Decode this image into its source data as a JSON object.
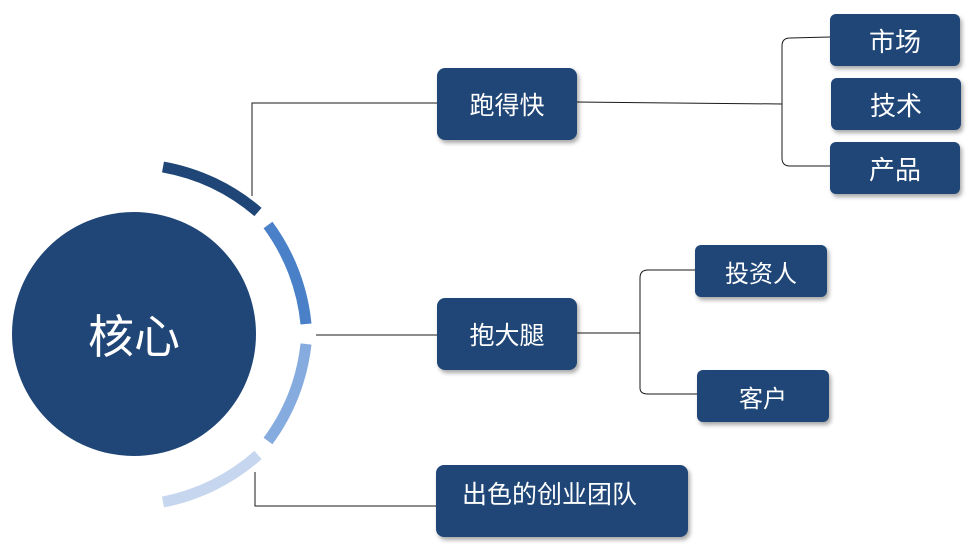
{
  "diagram": {
    "core": {
      "label": "核心"
    },
    "branches": [
      {
        "label": "跑得快",
        "children": [
          "市场",
          "技术",
          "产品"
        ]
      },
      {
        "label": "抱大腿",
        "children": [
          "投资人",
          "客户"
        ]
      },
      {
        "label": "出色的创业团队",
        "children": []
      }
    ]
  },
  "colors": {
    "node_fill": "#1f4676",
    "connector": "#1a1a1a",
    "arc_1": "#1f4676",
    "arc_2": "#4a80c8",
    "arc_3": "#86abde",
    "arc_4": "#c5d6ee"
  }
}
